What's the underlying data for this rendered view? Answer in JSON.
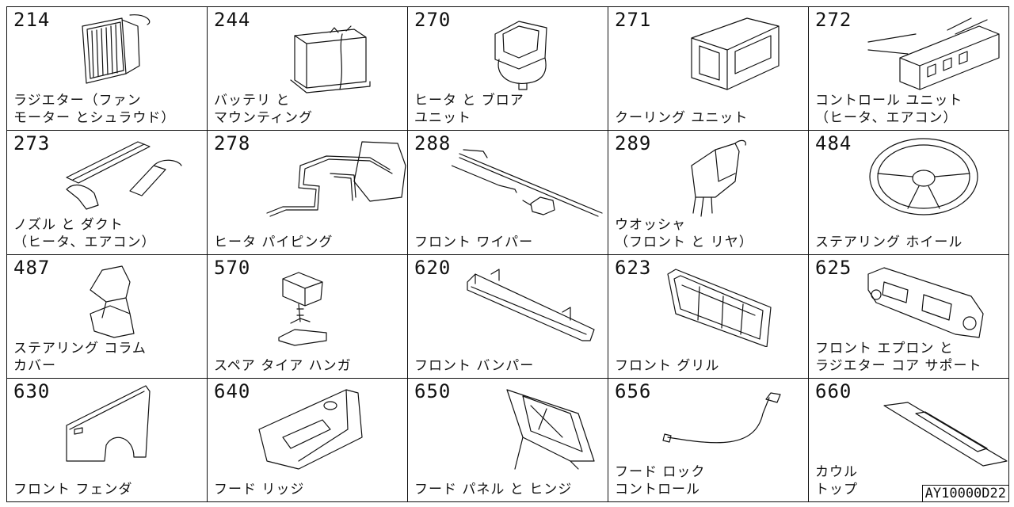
{
  "diagram_id": "AY10000D22",
  "cells": [
    {
      "code": "214",
      "name": "ラジエター（ファン\nモーター とシュラウド）",
      "icon": "radiator-icon"
    },
    {
      "code": "244",
      "name": "バッテリ と\nマウンティング",
      "icon": "battery-icon"
    },
    {
      "code": "270",
      "name": "ヒータ と ブロア\nユニット",
      "icon": "heater-blower-icon"
    },
    {
      "code": "271",
      "name": "クーリング ユニット",
      "icon": "cooling-unit-icon"
    },
    {
      "code": "272",
      "name": "コントロール ユニット\n（ヒータ、エアコン）",
      "icon": "control-unit-icon"
    },
    {
      "code": "273",
      "name": "ノズル と ダクト\n（ヒータ、エアコン）",
      "icon": "nozzle-duct-icon"
    },
    {
      "code": "278",
      "name": "ヒータ パイピング",
      "icon": "heater-piping-icon"
    },
    {
      "code": "288",
      "name": "フロント ワイパー",
      "icon": "wiper-icon"
    },
    {
      "code": "289",
      "name": "ウオッシャ\n（フロント と リヤ）",
      "icon": "washer-icon"
    },
    {
      "code": "484",
      "name": "ステアリング ホイール",
      "icon": "steering-wheel-icon"
    },
    {
      "code": "487",
      "name": "ステアリング コラム\nカバー",
      "icon": "column-cover-icon"
    },
    {
      "code": "570",
      "name": "スペア タイア ハンガ",
      "icon": "tire-hanger-icon"
    },
    {
      "code": "620",
      "name": "フロント バンパー",
      "icon": "bumper-icon"
    },
    {
      "code": "623",
      "name": "フロント グリル",
      "icon": "grille-icon"
    },
    {
      "code": "625",
      "name": "フロント エプロン と\nラジエター コア サポート",
      "icon": "apron-icon"
    },
    {
      "code": "630",
      "name": "フロント フェンダ",
      "icon": "fender-icon"
    },
    {
      "code": "640",
      "name": "フード リッジ",
      "icon": "hood-ridge-icon"
    },
    {
      "code": "650",
      "name": "フード パネル と ヒンジ",
      "icon": "hood-panel-icon"
    },
    {
      "code": "656",
      "name": "フード ロック\nコントロール",
      "icon": "hood-lock-icon"
    },
    {
      "code": "660",
      "name": "カウル\nトップ",
      "icon": "cowl-top-icon"
    }
  ]
}
